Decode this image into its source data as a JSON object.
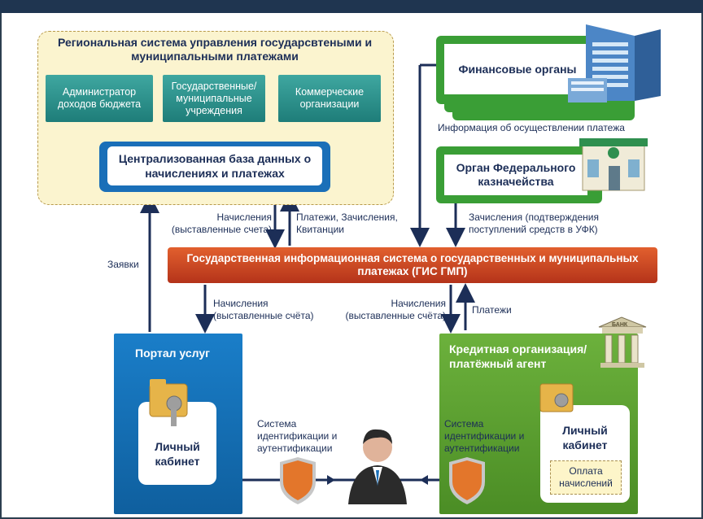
{
  "regional": {
    "title": "Региональная система управления государсвтеными и муниципальными платежами",
    "boxes": [
      "Администратор доходов бюджета",
      "Государственные/ муниципальные учреждения",
      "Коммерческие организации"
    ]
  },
  "central_db": "Централизованная база данных о начислениях и платежах",
  "finance": "Финансовые органы",
  "payment_info": "Информация об осуществлении платежа",
  "treasury": "Орган Федерального казначейства",
  "labels": {
    "charges_top": "Начисления (выставленные счета)",
    "payments_top": "Платежи, Зачисления, Квитанции",
    "treasury_credits": "Зачисления (подтверждения поступлений средств в УФК)",
    "requests": "Заявки",
    "charges_left": "Начисления (выставленные счёта)",
    "charges_right": "Начисления (выставленные счёта)",
    "payments_right": "Платежи",
    "ident_left": "Система идентификации и аутентификации",
    "ident_right": "Система идентификации и аутентификации"
  },
  "gis": "Государственная информационная система о государственных и муниципальных платежах (ГИС ГМП)",
  "portal": {
    "title": "Портал услуг",
    "cabinet": "Личный кабинет"
  },
  "bank": {
    "title": "Кредитная организация/ платёжный агент",
    "cabinet": "Личный кабинет",
    "pay": "Оплата начислений",
    "sign": "БАНК"
  },
  "colors": {
    "navy": "#1c2e57",
    "orange": "#d9501f",
    "green": "#4f9a2b",
    "blue": "#1a6fb8",
    "teal": "#2a8f8a"
  }
}
